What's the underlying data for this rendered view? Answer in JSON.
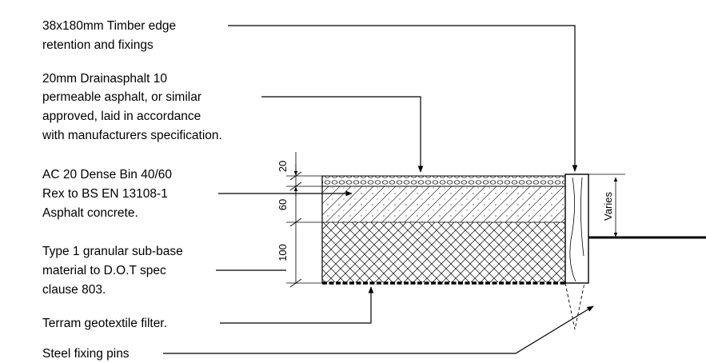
{
  "labels": {
    "timber_1": "38x180mm Timber edge",
    "timber_2": "retention and fixings",
    "drain_1": "20mm Drainasphalt 10",
    "drain_2": "permeable asphalt, or similar",
    "drain_3": "approved, laid in accordance",
    "drain_4": "with manufacturers specification.",
    "ac_1": "AC 20 Dense Bin 40/60",
    "ac_2": "Rex to BS EN 13108-1",
    "ac_3": "Asphalt concrete.",
    "sub_1": "Type 1 granular sub-base",
    "sub_2": "material to D.O.T spec",
    "sub_3": "clause 803.",
    "terram": "Terram geotextile filter.",
    "pins": "Steel fixing pins"
  },
  "dimensions": {
    "d20": "20",
    "d60": "60",
    "d100": "100",
    "varies": "Varies"
  }
}
